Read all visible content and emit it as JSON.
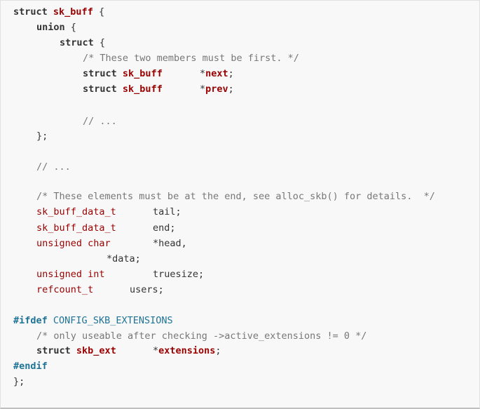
{
  "code": {
    "l1": {
      "kw": "struct",
      "name": "sk_buff",
      "brace": "{"
    },
    "l2": {
      "kw": "union",
      "brace": "{"
    },
    "l3": {
      "kw": "struct",
      "brace": "{"
    },
    "l4": {
      "comment": "/* These two members must be first. */"
    },
    "l5": {
      "kw": "struct",
      "type": "sk_buff",
      "star": "*",
      "field": "next",
      "semi": ";"
    },
    "l6": {
      "kw": "struct",
      "type": "sk_buff",
      "star": "*",
      "field": "prev",
      "semi": ";"
    },
    "l8": {
      "comment": "// ..."
    },
    "l9": {
      "text": "};"
    },
    "l11": {
      "comment": "// ..."
    },
    "l13": {
      "comment": "/* These elements must be at the end, see alloc_skb() for details.  */"
    },
    "l14": {
      "type": "sk_buff_data_t",
      "field": "tail;"
    },
    "l15": {
      "type": "sk_buff_data_t",
      "field": "end;"
    },
    "l16": {
      "type": "unsigned char",
      "field": "*head,"
    },
    "l17": {
      "field": "*data;"
    },
    "l18": {
      "type": "unsigned int",
      "field": "truesize;"
    },
    "l19": {
      "type": "refcount_t",
      "field": "users;"
    },
    "l21": {
      "directive": "#ifdef",
      "macro": "CONFIG_SKB_EXTENSIONS"
    },
    "l22": {
      "comment": "/* only useable after checking ->active_extensions != 0 */"
    },
    "l23": {
      "kw": "struct",
      "type": "skb_ext",
      "star": "*",
      "field": "extensions",
      "semi": ";"
    },
    "l24": {
      "directive": "#endif"
    },
    "l25": {
      "text": "};"
    }
  }
}
